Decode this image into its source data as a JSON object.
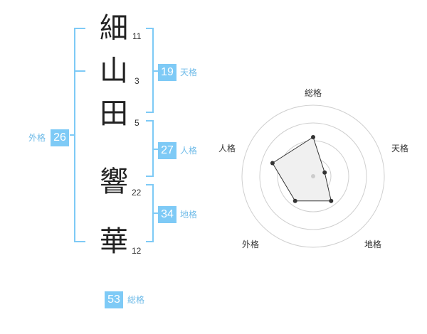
{
  "characters": [
    {
      "char": "細",
      "strokes": "11"
    },
    {
      "char": "山",
      "strokes": "3"
    },
    {
      "char": "田",
      "strokes": "5"
    },
    {
      "char": "響",
      "strokes": "22"
    },
    {
      "char": "華",
      "strokes": "12"
    }
  ],
  "fortunes": {
    "tenkaku": {
      "value": "19",
      "label": "天格"
    },
    "jinkaku": {
      "value": "27",
      "label": "人格"
    },
    "chikaku": {
      "value": "34",
      "label": "地格"
    },
    "gaikaku": {
      "value": "26",
      "label": "外格"
    },
    "soukaku": {
      "value": "53",
      "label": "総格"
    }
  },
  "colors": {
    "accent": "#7ecaf6",
    "bracket": "#7ecaf6"
  },
  "chart_data": {
    "type": "radar",
    "axes": [
      "総格",
      "天格",
      "地格",
      "外格",
      "人格"
    ],
    "values": [
      0.55,
      0.17,
      0.43,
      0.43,
      0.6
    ],
    "scale_rings": 4
  }
}
